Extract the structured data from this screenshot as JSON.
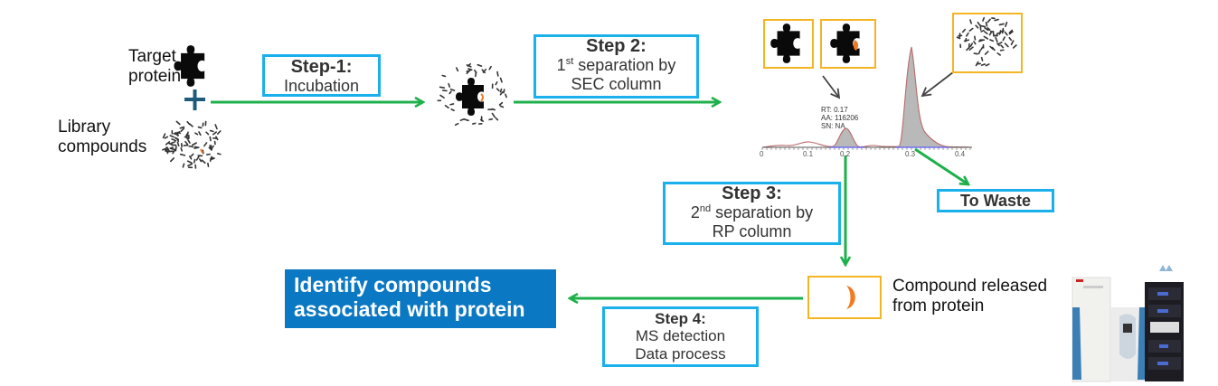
{
  "diagram": {
    "inputs": {
      "target_label": "Target protein",
      "library_label": "Library compounds",
      "plus_icon": "plus-icon"
    },
    "steps": [
      {
        "title": "Step-1:",
        "line1": "Incubation",
        "line2": ""
      },
      {
        "title": "Step 2:",
        "ord": "1",
        "ord_sup": "st",
        "line1_rest": " separation by",
        "line2": "SEC column"
      },
      {
        "title": "Step 3:",
        "ord": "2",
        "ord_sup": "nd",
        "line1_rest": " separation by",
        "line2": "RP column"
      },
      {
        "title": "Step 4:",
        "line1": "MS detection",
        "line2": "Data process"
      }
    ],
    "chromatogram": {
      "peak_annotation": [
        "RT: 0.17",
        "AA: 116206",
        "SN: NA"
      ],
      "x_ticks": [
        "0",
        "0.1",
        "0.2",
        "0.3",
        "0.4"
      ],
      "peaks": [
        {
          "rt": 0.17,
          "relative_height": 0.22,
          "label": "protein-compound complex"
        },
        {
          "rt": 0.305,
          "relative_height": 1.0,
          "label": "unbound compounds"
        }
      ]
    },
    "waste_label": "To Waste",
    "released_label_line1": "Compound released",
    "released_label_line2": "from protein",
    "result_line1": "Identify compounds",
    "result_line2": "associated with protein"
  },
  "colors": {
    "arrow": "#1db04b",
    "step_border": "#1ab0ec",
    "highlight_border": "#f5b523",
    "result_bg": "#0a78c2",
    "bound_compound": "#f27a1f",
    "plus": "#1e5a7a"
  }
}
